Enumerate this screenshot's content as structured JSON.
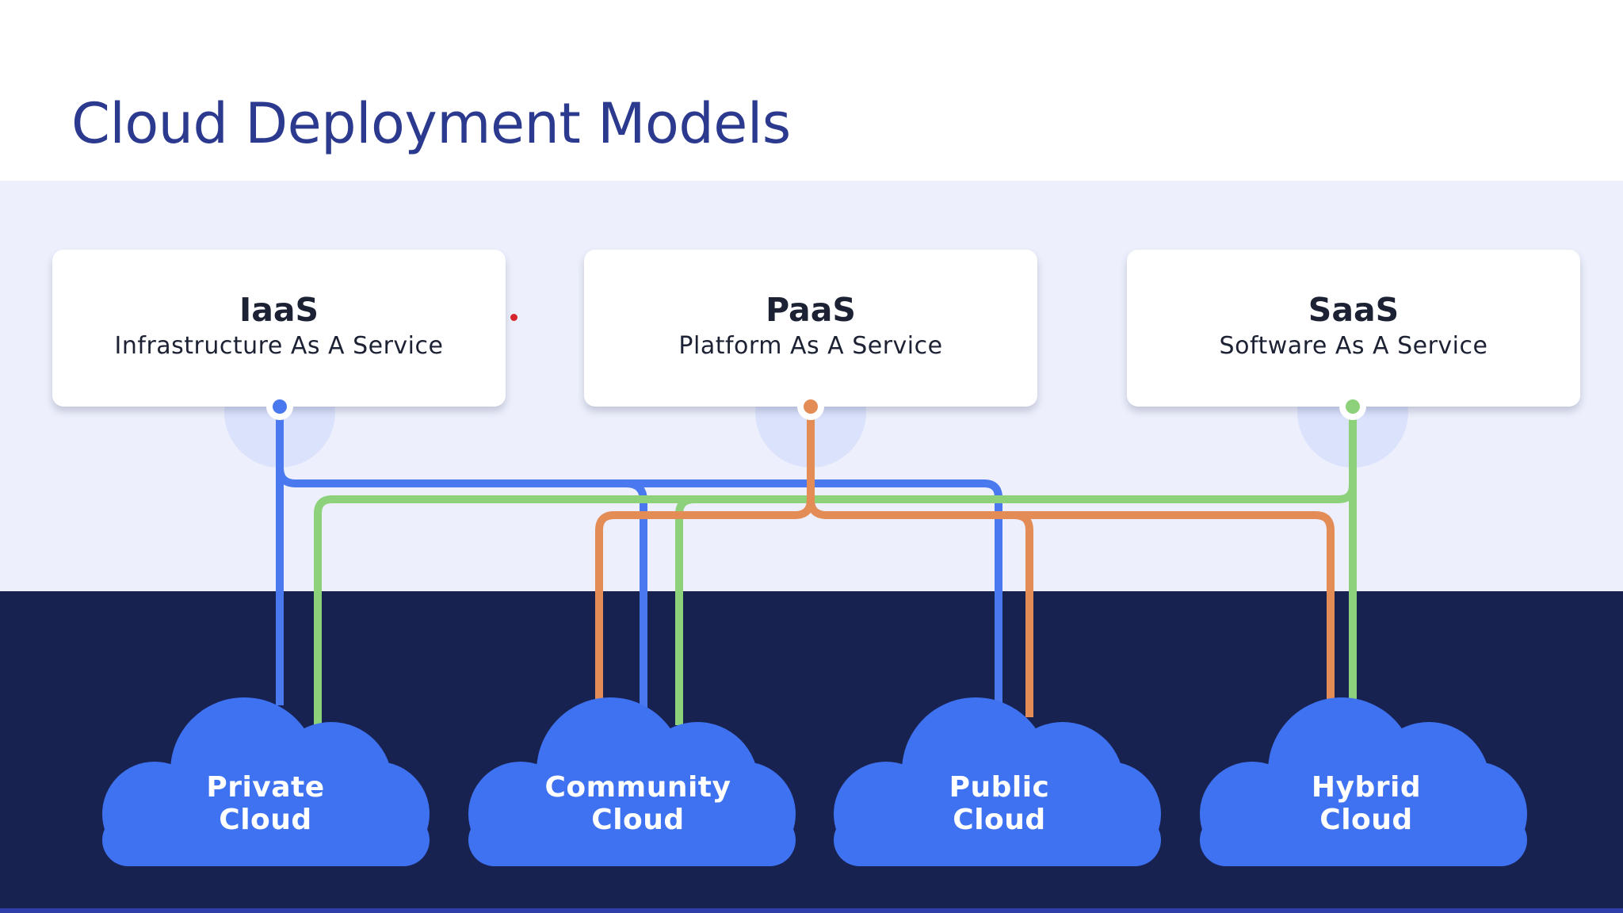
{
  "title": "Cloud Deployment Models",
  "colors": {
    "title": "#2b3a8e",
    "background_light": "#edf0fc",
    "background_dark": "#172250",
    "cloud": "#3f72f0",
    "iaas_line": "#4a78ee",
    "paas_line": "#e48c56",
    "saas_line": "#8dd27a"
  },
  "services": [
    {
      "abbr": "IaaS",
      "full": "Infrastructure As A Service",
      "color": "#4a78ee"
    },
    {
      "abbr": "PaaS",
      "full": "Platform As A Service",
      "color": "#e48c56"
    },
    {
      "abbr": "SaaS",
      "full": "Software As A Service",
      "color": "#8dd27a"
    }
  ],
  "clouds": [
    {
      "line1": "Private",
      "line2": "Cloud",
      "connected_services": [
        "IaaS",
        "SaaS"
      ]
    },
    {
      "line1": "Community",
      "line2": "Cloud",
      "connected_services": [
        "PaaS",
        "IaaS",
        "SaaS"
      ]
    },
    {
      "line1": "Public",
      "line2": "Cloud",
      "connected_services": [
        "IaaS",
        "PaaS"
      ]
    },
    {
      "line1": "Hybrid",
      "line2": "Cloud",
      "connected_services": [
        "PaaS",
        "SaaS"
      ]
    }
  ]
}
